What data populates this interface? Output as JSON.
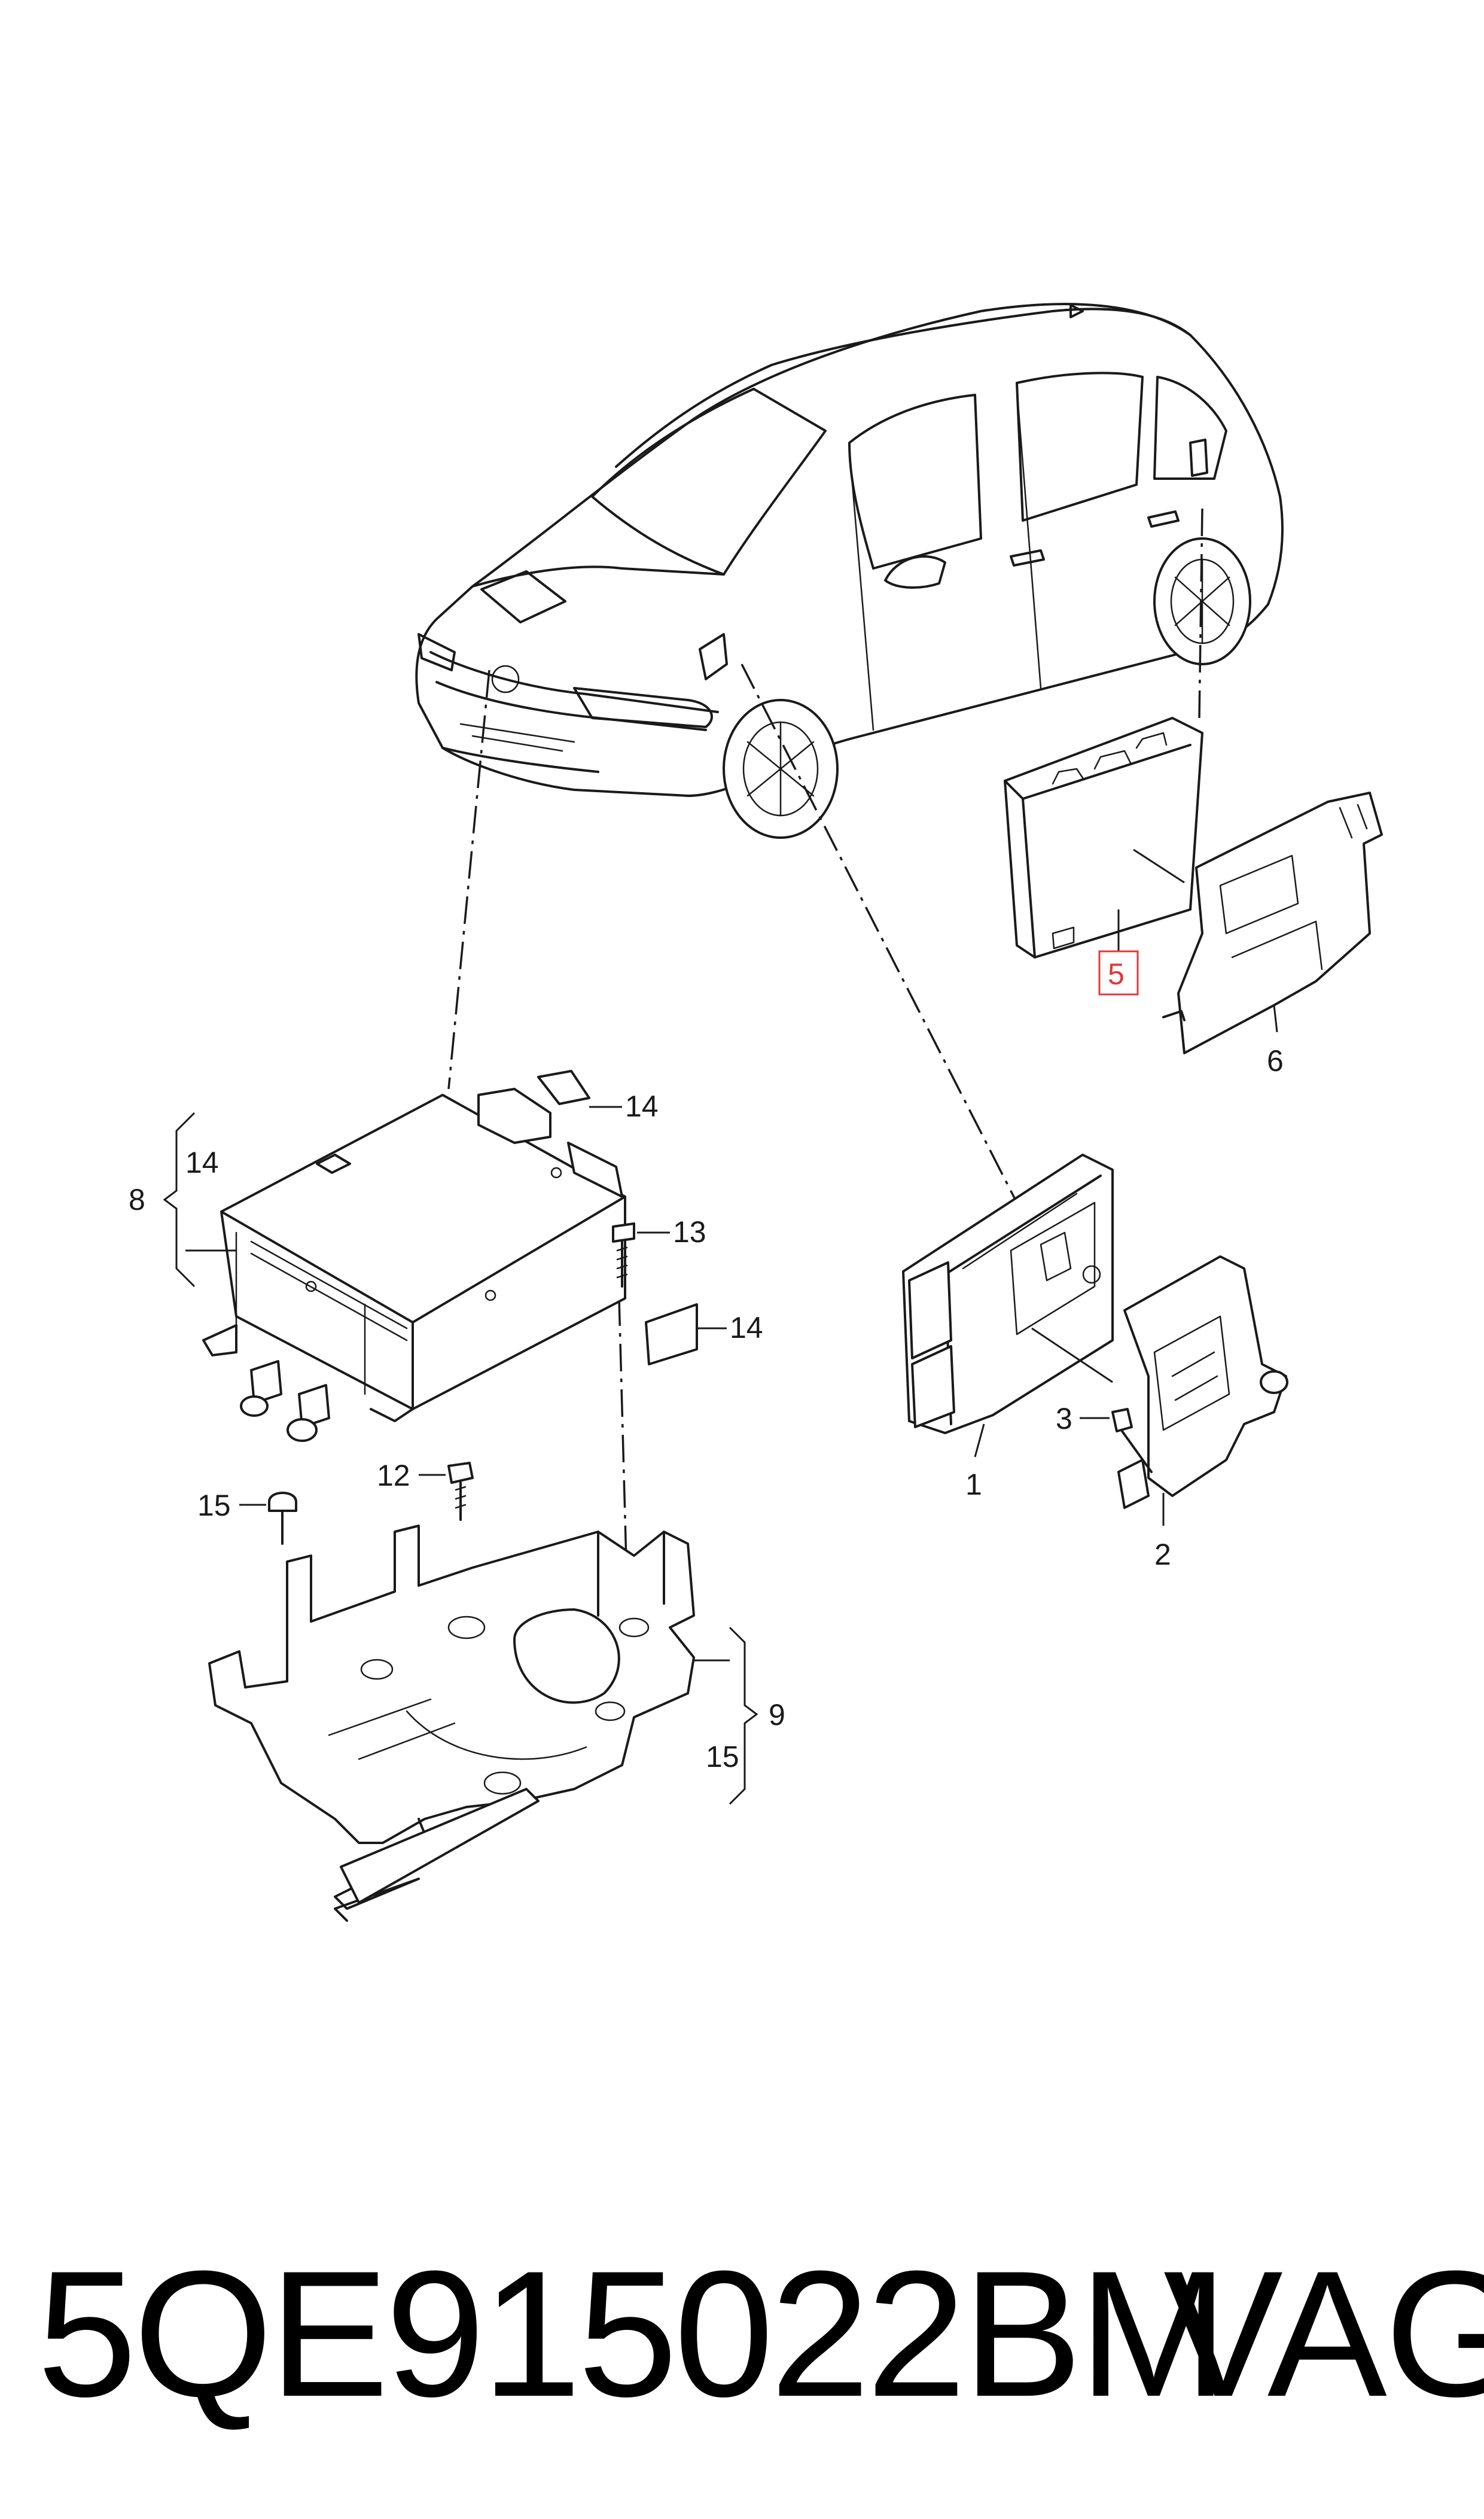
{
  "callouts": {
    "c1": "1",
    "c2": "2",
    "c3": "3",
    "c5": "5",
    "c6": "6",
    "c8": "8",
    "c9": "9",
    "c12": "12",
    "c13": "13",
    "c14a": "14",
    "c14b": "14",
    "c14c": "14",
    "c15a": "15",
    "c15b": "15"
  },
  "highlight_color": "#e0393b",
  "footer": {
    "part_number": "5QE915022BM",
    "brand": "VAG"
  }
}
